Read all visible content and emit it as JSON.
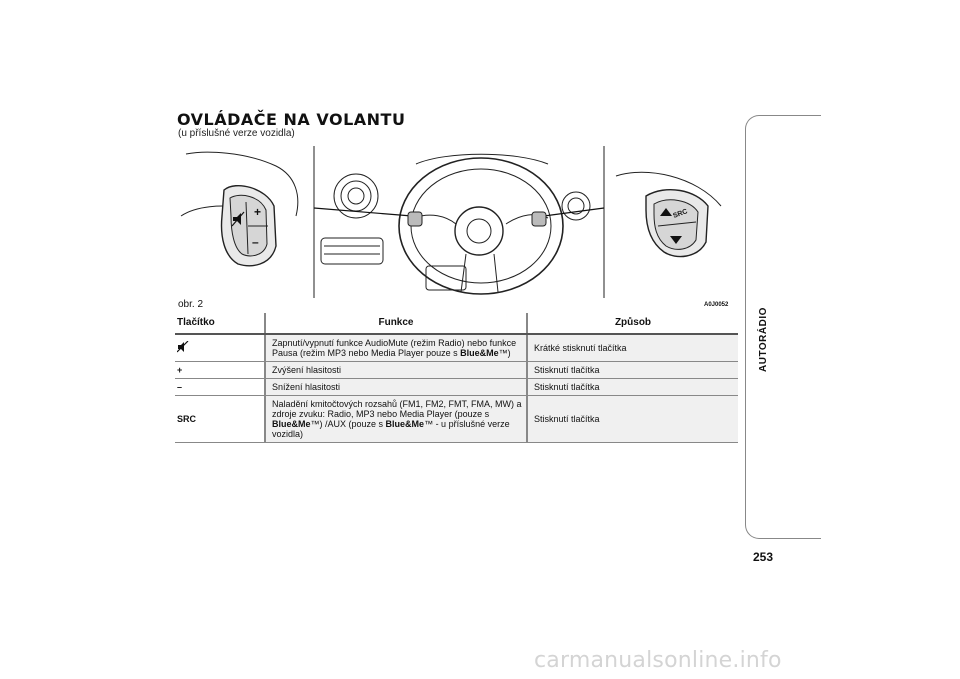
{
  "page": {
    "title": "OVLÁDAČE NA VOLANTU",
    "subtitle": "(u příslušné verze vozidla)",
    "figure_caption": "obr. 2",
    "figure_code": "A0J0052",
    "side_label": "AUTORÁDIO",
    "page_number": "253",
    "watermark": "carmanualsonline.info"
  },
  "figure": {
    "left_control_labels": [
      "+",
      "–"
    ],
    "left_control_icon": "mute-speaker-icon",
    "right_control_label": "SRC",
    "right_control_icons": [
      "up-arrow-icon",
      "down-arrow-icon"
    ]
  },
  "table": {
    "headers": [
      "Tlačítko",
      "Funkce",
      "Způsob"
    ],
    "rows": [
      {
        "button_icon": "mute-speaker-icon",
        "button": "",
        "function_parts": [
          "Zapnutí/vypnutí funkce AudioMute (režim Radio) nebo funkce Pausa (režim MP3 nebo Media Player pouze s ",
          "Blue&Me",
          "™)"
        ],
        "method": "Krátké stisknutí tlačítka"
      },
      {
        "button": "+",
        "function_parts": [
          "Zvýšení hlasitosti",
          "",
          ""
        ],
        "method": "Stisknutí tlačítka"
      },
      {
        "button": "–",
        "function_parts": [
          "Snížení hlasitosti",
          "",
          ""
        ],
        "method": "Stisknutí tlačítka"
      },
      {
        "button": "SRC",
        "function_parts": [
          "Naladění kmitočtových rozsahů (FM1, FM2, FMT, FMA, MW) a zdroje zvuku: Radio, MP3 nebo Media Player (pouze s ",
          "Blue&Me",
          "™) /AUX (pouze s ",
          "Blue&Me",
          "™ - u příslušné verze vozidla)"
        ],
        "method": "Stisknutí tlačítka"
      }
    ]
  }
}
